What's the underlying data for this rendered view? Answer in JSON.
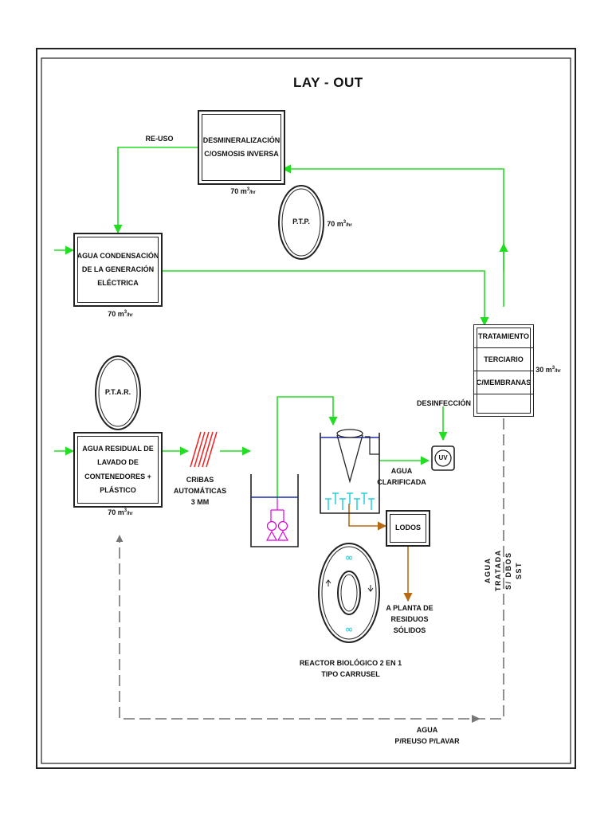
{
  "title": "LAY - OUT",
  "colors": {
    "flow_green": "#22dd22",
    "sludge_brown": "#b86a12",
    "outline": "#222222",
    "water_level_blue": "#1a2ca8",
    "diffuser_cyan": "#00c8d8",
    "pump_magenta": "#dd00dd",
    "screen_red": "#ee2222"
  },
  "nodes": {
    "desmineralizacion": {
      "label": "DESMINERALIZACIÓN\nC/OSMOSIS INVERSA",
      "flow_value": "70 m",
      "flow_sup": "3",
      "flow_unit": "/hr"
    },
    "ptp": {
      "label": "P.T.P.",
      "flow_value": "70 m",
      "flow_sup": "3",
      "flow_unit": "/hr"
    },
    "agua_condensacion": {
      "label": "AGUA CONDENSACIÓN\nDE LA GENERACIÓN\nELÉCTRICA",
      "flow_value": "70 m",
      "flow_sup": "3",
      "flow_unit": "/hr"
    },
    "ptar": {
      "label": "P.T.A.R."
    },
    "agua_residual": {
      "label": "AGUA RESIDUAL DE\nLAVADO DE\nCONTENEDORES +\nPLÁSTICO",
      "flow_value": "70 m",
      "flow_sup": "3",
      "flow_unit": "/hr"
    },
    "tratamiento_terciario": {
      "rows": [
        "TRATAMIENTO",
        "TERCIARIO",
        "C/MEMBRANAS"
      ],
      "flow_value": "30 m",
      "flow_sup": "3",
      "flow_unit": "/hr"
    },
    "cribas": {
      "label": "CRIBAS\nAUTOMÁTICAS\n3 MM"
    },
    "desinfeccion": {
      "label": "DESINFECCIÓN",
      "uv_label": "UV"
    },
    "agua_clarificada": {
      "label": "AGUA\nCLARIFICADA"
    },
    "lodos": {
      "label": "LODOS"
    },
    "planta_residuos": {
      "label": "A PLANTA DE\nRESIDUOS\nSÓLIDOS"
    },
    "reactor": {
      "label": "REACTOR BIOLÓGICO 2 EN 1\nTIPO CARRUSEL"
    },
    "agua_tratada": {
      "label": "AGUA\nTRATADA\nS/ DBOS\nSST"
    },
    "agua_reuso": {
      "label": "AGUA\nP/REUSO P/LAVAR"
    }
  },
  "edges": {
    "re_uso": {
      "label": "RE-USO"
    }
  }
}
